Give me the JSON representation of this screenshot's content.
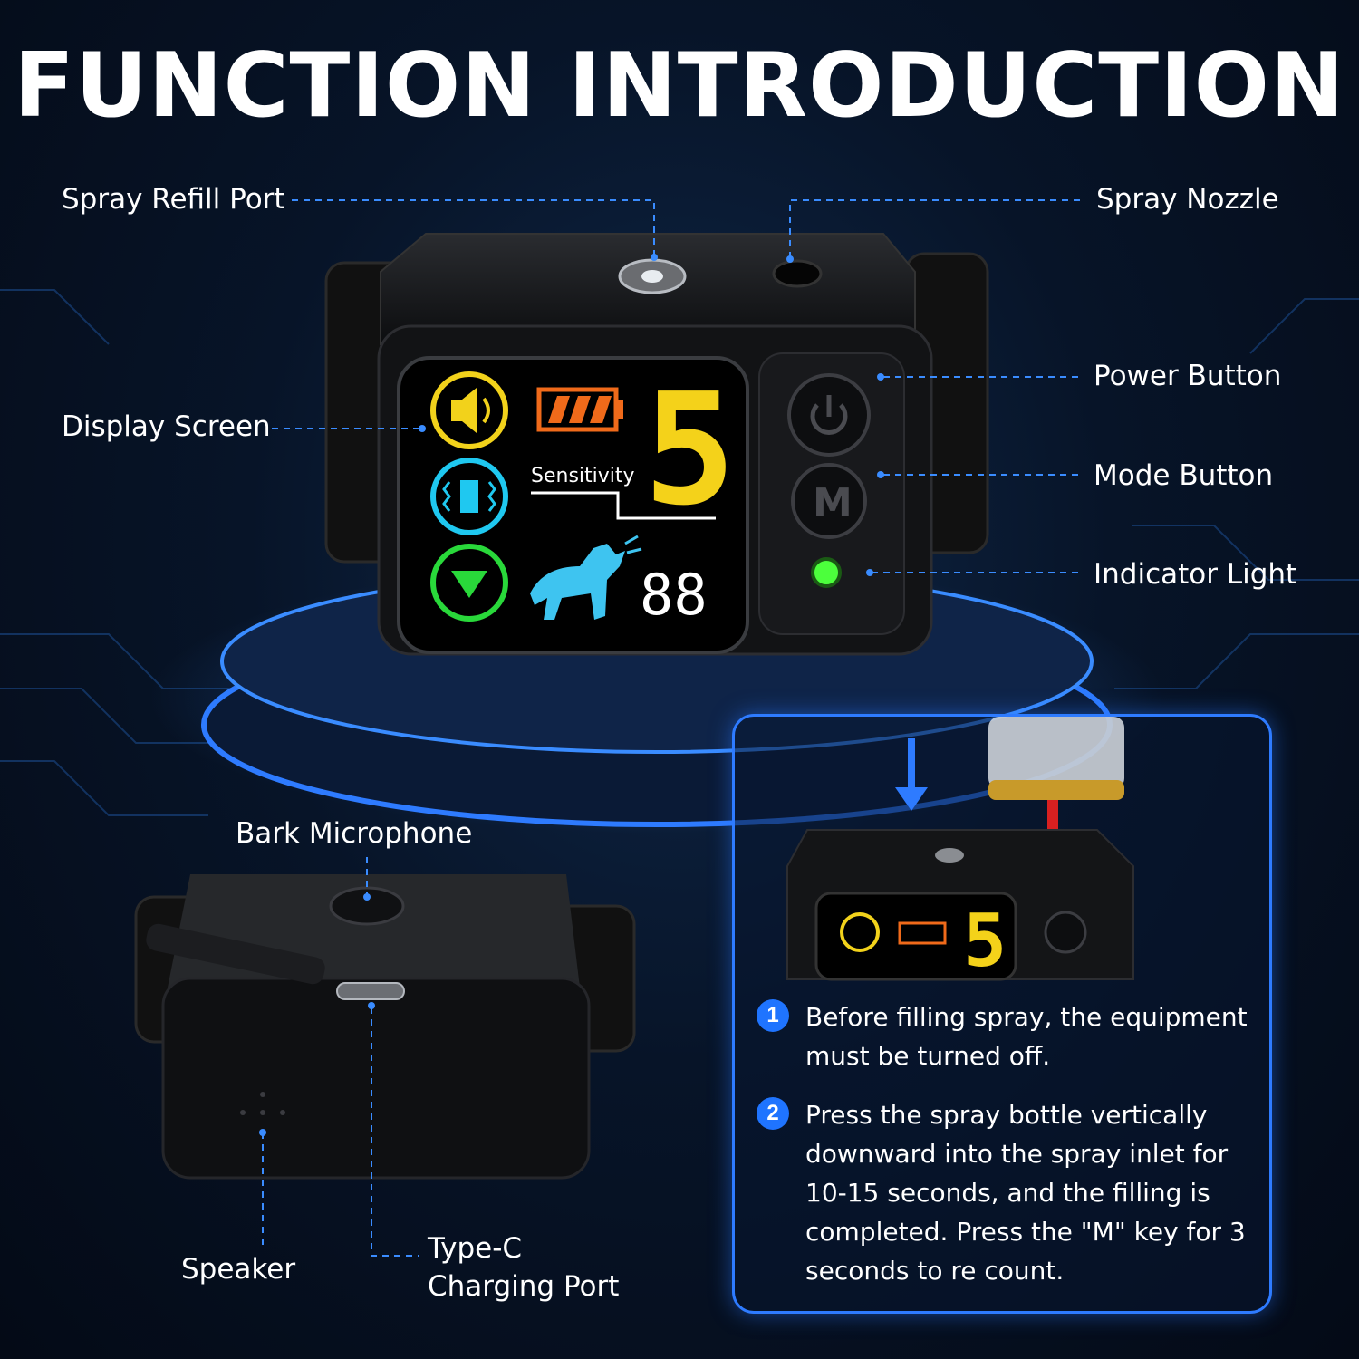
{
  "title": "FUNCTION INTRODUCTION",
  "callouts": {
    "spray_refill_port": "Spray Refill Port",
    "spray_nozzle": "Spray Nozzle",
    "display_screen": "Display Screen",
    "power_button": "Power Button",
    "mode_button": "Mode Button",
    "indicator_light": "Indicator Light",
    "bark_microphone": "Bark Microphone",
    "speaker": "Speaker",
    "type_c_line1": "Type-C",
    "type_c_line2": "Charging Port"
  },
  "screen": {
    "sensitivity_label": "Sensitivity",
    "sensitivity_value": "5",
    "counter": "88",
    "mode_key": "M"
  },
  "steps": [
    {
      "num": "1",
      "text": "Before filling spray, the equipment must be turned off."
    },
    {
      "num": "2",
      "text": "Press the spray bottle vertically downward into the spray inlet for 10-15 seconds, and the filling is completed. Press the \"M\" key for 3 seconds to re count."
    }
  ],
  "colors": {
    "accent": "#1f74ff",
    "sound_mode": "#f2d21b",
    "vibrate_mode": "#1fc8f0",
    "spray_mode": "#29d83a",
    "battery": "#f06a1a",
    "digits": "#f4d21a",
    "indicator": "#4cff3c"
  },
  "icons": [
    "sound-icon",
    "vibration-icon",
    "spray-icon",
    "battery-icon",
    "dog-barking-icon",
    "power-icon",
    "down-arrow-icon"
  ]
}
